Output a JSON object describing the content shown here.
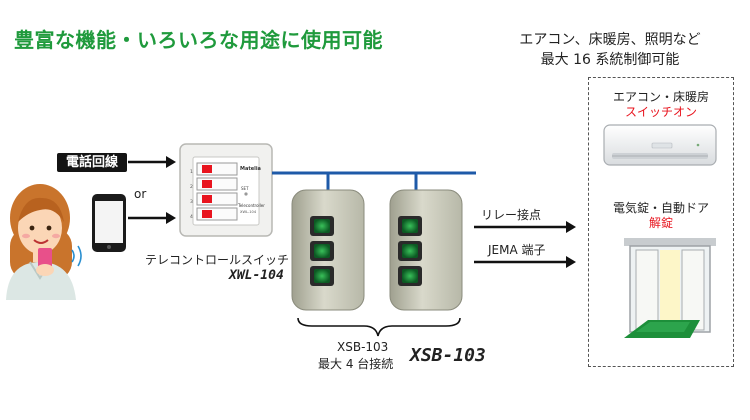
{
  "headline": "豊富な機能・いろいろな用途に使用可能",
  "top_note": {
    "line1": "エアコン、床暖房、照明など",
    "line2": "最大 16 系統制御可能"
  },
  "inputs": {
    "phone_line": "電話回線",
    "or": "or"
  },
  "switch": {
    "caption": "テレコントロールスイッチ",
    "model": "XWL-104",
    "brand": "Matelia",
    "set_label": "SET",
    "sub_brand": "Telecontroller",
    "sub_model": "XWL-104",
    "button_numbers": [
      "1",
      "2",
      "3",
      "4"
    ]
  },
  "expander": {
    "model": "XSB-103",
    "note": "最大 4 台接続",
    "model_large": "XSB-103"
  },
  "connections": {
    "relay": "リレー接点",
    "jema": "JEMA 端子"
  },
  "devices": {
    "aircon_title": "エアコン・床暖房",
    "aircon_action": "スイッチオン",
    "lock_title": "電気錠・自動ドア",
    "lock_action": "解錠"
  },
  "colors": {
    "headline": "#1f9a3c",
    "accent_red": "#e8141e",
    "bus_blue": "#1e5aa8",
    "box_green": "#1d8f3a"
  }
}
